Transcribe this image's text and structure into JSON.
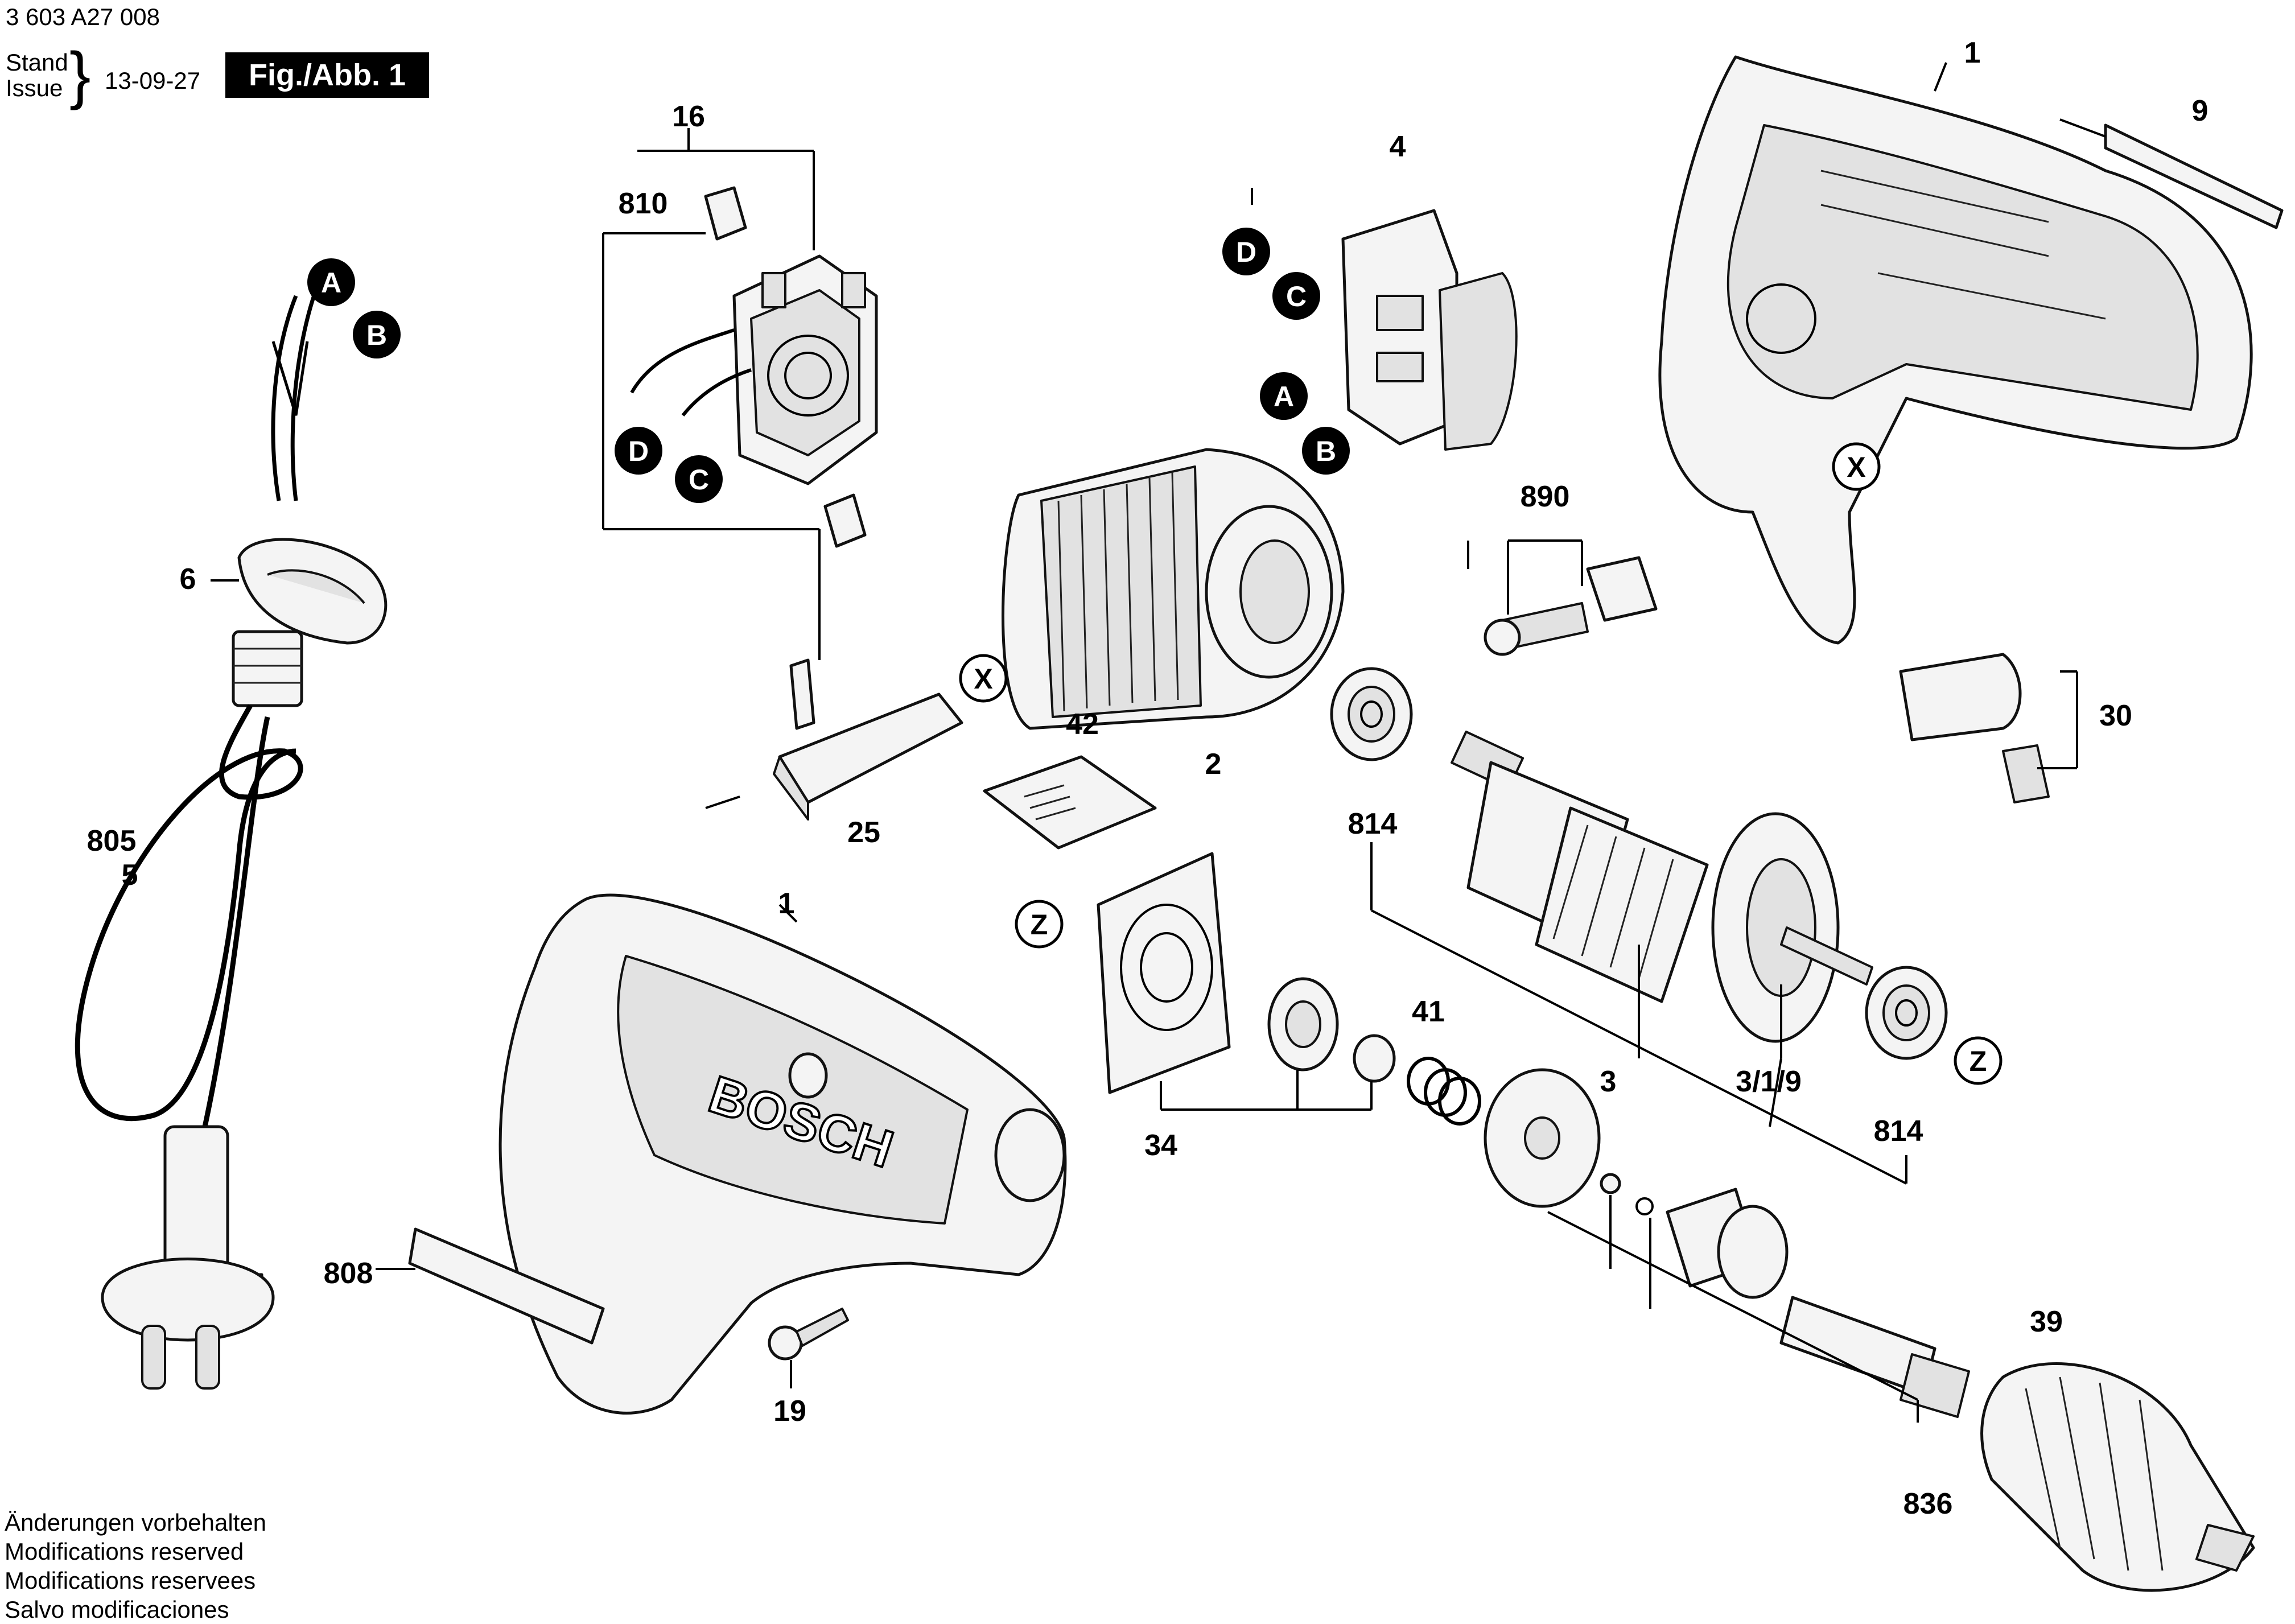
{
  "header": {
    "doc_number": "3 603 A27 008",
    "stand": "Stand",
    "issue": "Issue",
    "date": "13-09-27",
    "figure": "Fig./Abb. 1"
  },
  "notes": [
    "Änderungen vorbehalten",
    "Modifications reserved",
    "Modifications reservees",
    "Salvo modificaciones"
  ],
  "part_numbers": {
    "housing_right": "1",
    "housing_left": "1",
    "field": "2",
    "armature": "3",
    "fan_bearing": "3/1/9",
    "switch": "4",
    "cord": "5",
    "cord_guard": "6",
    "label_top": "9",
    "brush_holder": "16",
    "screw": "19",
    "cover": "25",
    "lever": "30",
    "bearing_plate": "34",
    "chuck": "39",
    "spring": "41",
    "clip": "42",
    "cord_805": "805",
    "nameplate": "808",
    "carbon_brush": "810",
    "ball_bearing_top": "814",
    "ball_bearing_bottom": "814",
    "spindle_set": "836",
    "clamp_set": "890"
  },
  "connector_letters": {
    "cord_a": "A",
    "cord_b": "B",
    "brush_d": "D",
    "brush_c": "C",
    "switch_d": "D",
    "switch_c": "C",
    "switch_a": "A",
    "switch_b": "B"
  },
  "outline_letters": {
    "cover_x": "X",
    "housing_x": "X",
    "bearing_plate_z": "Z",
    "armature_z": "Z"
  },
  "logo_text": "BOSCH"
}
